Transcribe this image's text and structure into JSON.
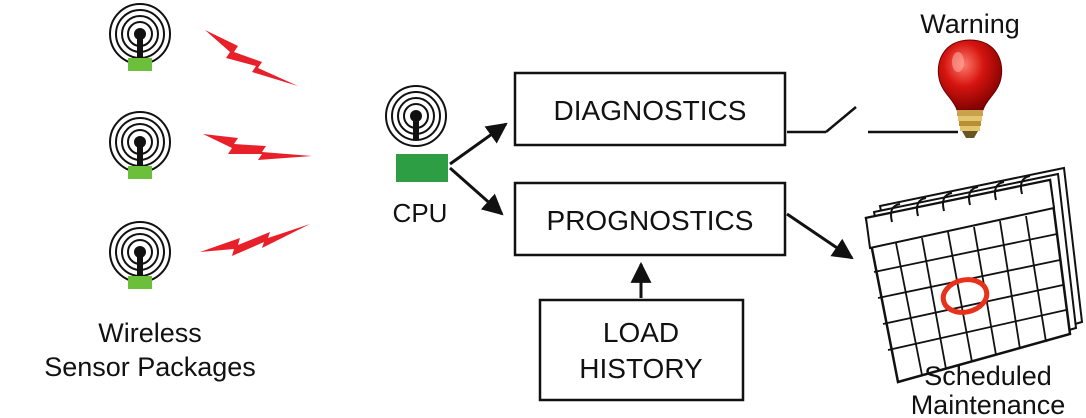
{
  "labels": {
    "sensors": [
      "Wireless",
      "Sensor Packages"
    ],
    "cpu": "CPU",
    "warning": "Warning",
    "maintenance": [
      "Scheduled",
      "Maintenance"
    ]
  },
  "boxes": {
    "diagnostics": "DIAGNOSTICS",
    "prognostics": "PROGNOSTICS",
    "load_history": [
      "LOAD",
      "HISTORY"
    ]
  },
  "icons": {
    "sensor": "wireless-sensor-icon",
    "signal": "lightning-bolt-icon",
    "bulb": "light-bulb-icon",
    "calendar": "calendar-icon",
    "switch": "switch-icon"
  },
  "colors": {
    "signal": "#e8202a",
    "sensor_base": "#6cbf3a",
    "cpu": "#2e9e44",
    "bulb": "#c40a0a",
    "circle": "#e8301a"
  }
}
